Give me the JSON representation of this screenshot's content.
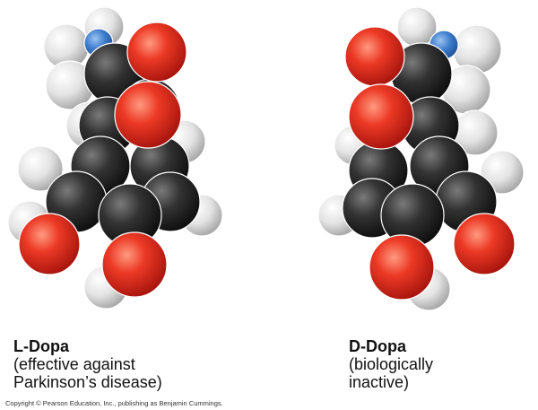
{
  "molecules": [
    {
      "id": "l-dopa",
      "name": "L-Dopa",
      "note_lines": [
        "(effective against",
        "Parkinson’s disease)"
      ]
    },
    {
      "id": "d-dopa",
      "name": "D-Dopa",
      "note_lines": [
        "(biologically",
        "inactive)"
      ]
    }
  ],
  "copyright": "Copyright © Pearson Education, Inc., publishing as Benjamin Cummings.",
  "atom_colors": {
    "carbon": "#2b2b2b",
    "hydrogen": "#e6e6e6",
    "oxygen": "#e3261c",
    "nitrogen": "#3f7fd0"
  }
}
